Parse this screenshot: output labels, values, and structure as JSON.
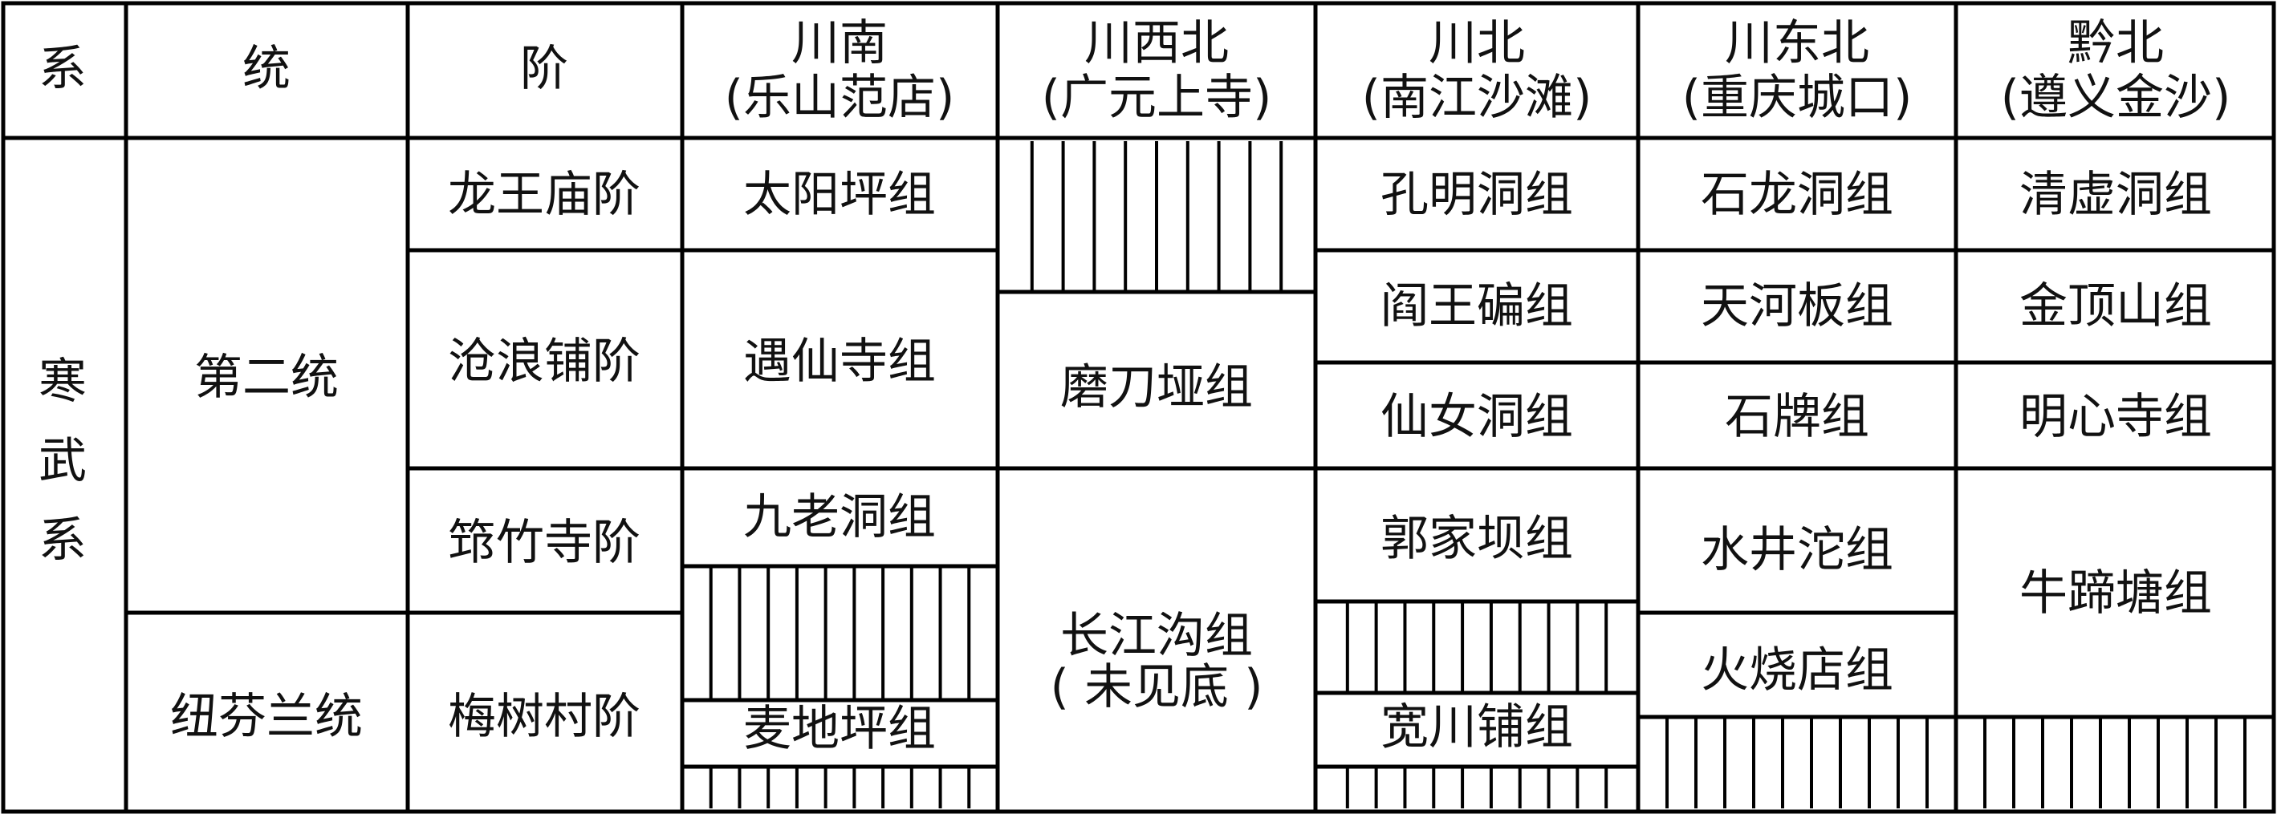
{
  "table": {
    "headers": {
      "system": "系",
      "series": "统",
      "stage": "阶",
      "regions": [
        {
          "name": "川南",
          "locality": "(乐山范店)"
        },
        {
          "name": "川西北",
          "locality": "(广元上寺)"
        },
        {
          "name": "川北",
          "locality": "(南江沙滩)"
        },
        {
          "name": "川东北",
          "locality": "(重庆城口)"
        },
        {
          "name": "黔北",
          "locality": "(遵义金沙)"
        }
      ]
    },
    "system": {
      "chars": [
        "寒",
        "武",
        "系"
      ]
    },
    "series": [
      "第二统",
      "纽芬兰统"
    ],
    "stages": [
      "龙王庙阶",
      "沧浪铺阶",
      "筇竹寺阶",
      "梅树村阶"
    ],
    "formations": {
      "chuannan": [
        "太阳坪组",
        "遇仙寺组",
        "九老洞组",
        "麦地坪组"
      ],
      "chuanxibei": {
        "upper": "磨刀垭组",
        "lower": [
          "长江沟组",
          "( 未见底 )"
        ]
      },
      "chuanbei": [
        "孔明洞组",
        "阎王碥组",
        "仙女洞组",
        "郭家坝组",
        "宽川铺组"
      ],
      "chuandongbei": [
        "石龙洞组",
        "天河板组",
        "石牌组",
        "水井沱组",
        "火烧店组"
      ],
      "qianbei": [
        "清虚洞组",
        "金顶山组",
        "明心寺组",
        "牛蹄塘组"
      ]
    },
    "legend_note": "vertical hatching = stratigraphic hiatus (missing strata)"
  }
}
